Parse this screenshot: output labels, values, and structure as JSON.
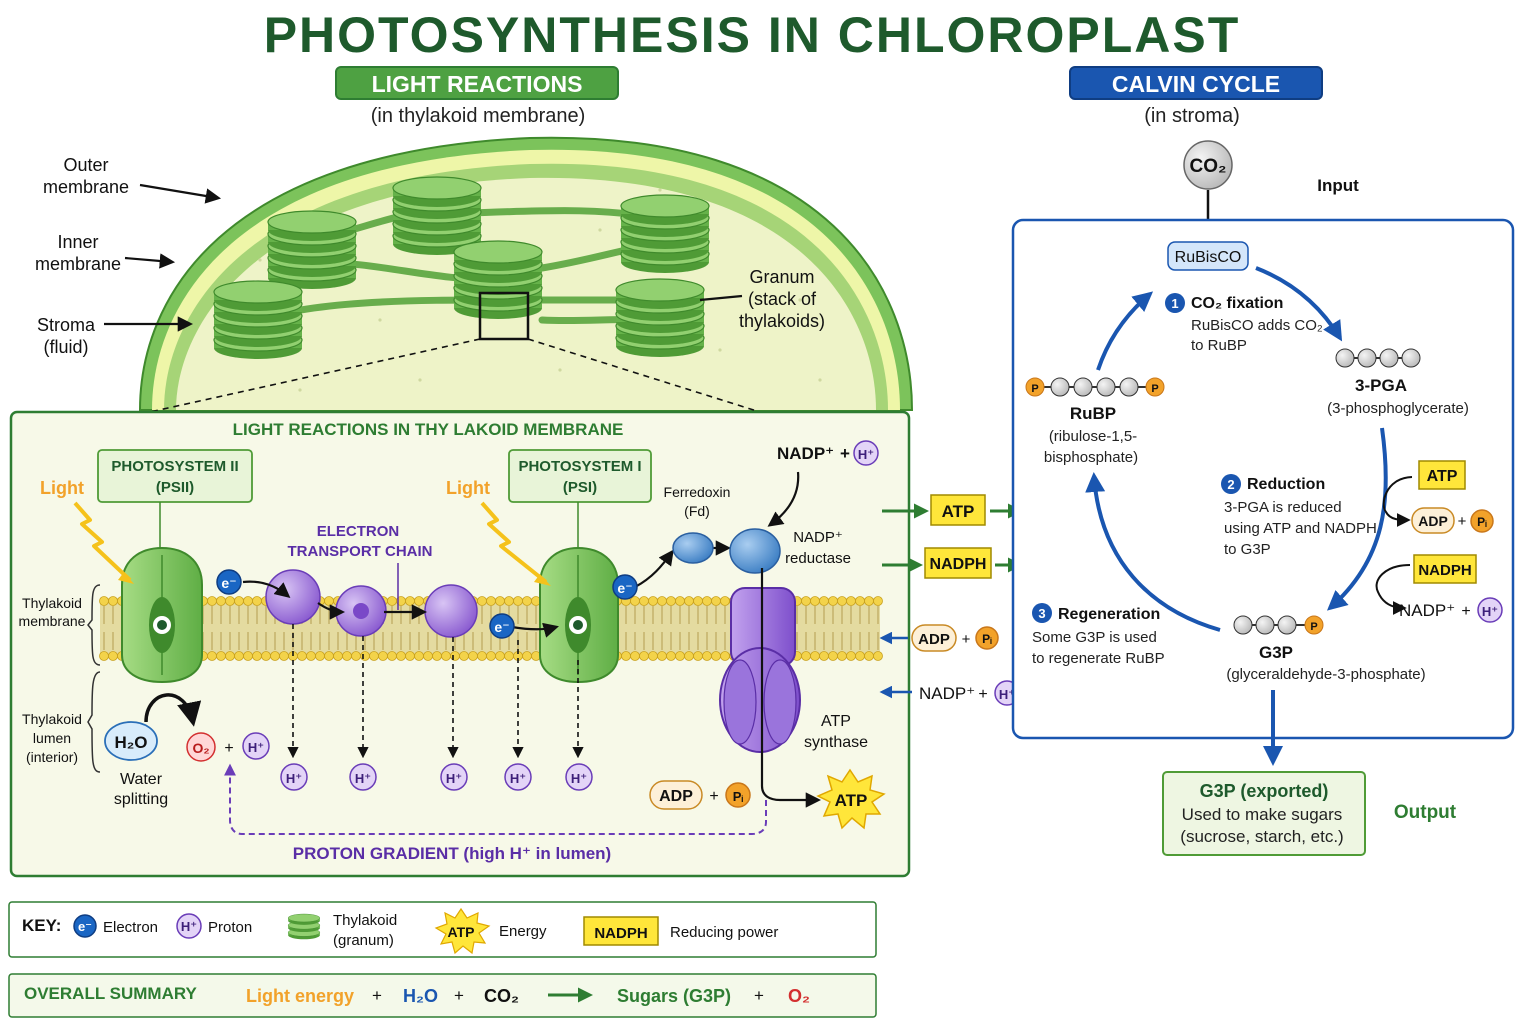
{
  "title": "PHOTOSYNTHESIS IN CHLOROPLAST",
  "colors": {
    "title": "#1e5a2c",
    "green_dark": "#2e7d32",
    "green_fill": "#7cc35b",
    "blue": "#1a56b0",
    "purple": "#6a3db8",
    "orange": "#f2a22a",
    "yellow": "#ffe63a",
    "red": "#d32f2f"
  },
  "light_header": {
    "title": "LIGHT REACTIONS",
    "subtitle": "(in thylakoid membrane)"
  },
  "calvin_header": {
    "title": "CALVIN CYCLE",
    "subtitle": "(in stroma)"
  },
  "chloroplast": {
    "outer_membrane": [
      "Outer",
      "membrane"
    ],
    "inner_membrane": [
      "Inner",
      "membrane"
    ],
    "stroma": [
      "Stroma",
      "(fluid)"
    ],
    "granum": [
      "Granum",
      "(stack of",
      "thylakoids)"
    ]
  },
  "panel": {
    "title": "LIGHT REACTIONS IN THY LAKOID MEMBRANE",
    "psii": [
      "PHOTOSYSTEM II",
      "(PSII)"
    ],
    "psi": [
      "PHOTOSYSTEM I",
      "(PSI)"
    ],
    "light": "Light",
    "etc": [
      "ELECTRON",
      "TRANSPORT CHAIN"
    ],
    "ferredoxin": [
      "Ferredoxin",
      "(Fd)"
    ],
    "nadp_reductase": [
      "NADP⁺",
      "reductase"
    ],
    "nadp_input": {
      "nadp": "NADP⁺",
      "plus": "+",
      "h": "H⁺"
    },
    "thylakoid_membrane": [
      "Thylakoid",
      "membrane"
    ],
    "thylakoid_lumen": [
      "Thylakoid",
      "lumen",
      "(interior)"
    ],
    "water": "H₂O",
    "water_splitting": [
      "Water",
      "splitting"
    ],
    "o2": "O₂",
    "plus": "+",
    "h": "H⁺",
    "electron": "e⁻",
    "proton_h": [
      "H⁺",
      "H⁺",
      "H⁺",
      "H⁺",
      "H⁺"
    ],
    "atp_synthase": [
      "ATP",
      "synthase"
    ],
    "adp": "ADP",
    "pi": "Pᵢ",
    "atp": "ATP",
    "proton_gradient": "PROTON GRADIENT (high H⁺ in lumen)"
  },
  "connectors": {
    "atp": "ATP",
    "nadph": "NADPH",
    "adp": "ADP",
    "pi": "Pᵢ",
    "nadp": "NADP⁺",
    "plus": "+",
    "h": "H⁺"
  },
  "calvin": {
    "co2": "CO₂",
    "input": "Input",
    "rubisco": "RuBisCO",
    "step1": {
      "num": "1",
      "title": "CO₂ fixation",
      "text": [
        "RuBisCO adds CO₂",
        "to RuBP"
      ]
    },
    "pga": {
      "name": "3-PGA",
      "full": "(3-phosphoglycerate)"
    },
    "step2": {
      "num": "2",
      "title": "Reduction",
      "text": [
        "3-PGA is reduced",
        "using ATP and NADPH",
        "to G3P"
      ]
    },
    "atp": "ATP",
    "adp": "ADP",
    "pi": "Pᵢ",
    "nadph": "NADPH",
    "nadp": "NADP⁺",
    "plus": "+",
    "h": "H⁺",
    "g3p": {
      "name": "G3P",
      "full": "(glyceraldehyde-3-phosphate)"
    },
    "step3": {
      "num": "3",
      "title": "Regeneration",
      "text": [
        "Some G3P is used",
        "to regenerate RuBP"
      ]
    },
    "rubp": {
      "name": "RuBP",
      "full": [
        "(ribulose-1,5-",
        "bisphosphate)"
      ]
    },
    "p": "P",
    "export": {
      "title": "G3P (exported)",
      "text": [
        "Used to make sugars",
        "(sucrose, starch, etc.)"
      ]
    },
    "output": "Output"
  },
  "key": {
    "label": "KEY:",
    "electron_sym": "e⁻",
    "electron": "Electron",
    "proton_sym": "H⁺",
    "proton": "Proton",
    "thylakoid": [
      "Thylakoid",
      "(granum)"
    ],
    "atp_sym": "ATP",
    "energy": "Energy",
    "nadph_sym": "NADPH",
    "reducing": "Reducing power"
  },
  "summary": {
    "label": "OVERALL SUMMARY",
    "light_energy": "Light energy",
    "plus": "+",
    "h2o": "H₂O",
    "co2": "CO₂",
    "sugars": "Sugars (G3P)",
    "o2": "O₂"
  }
}
